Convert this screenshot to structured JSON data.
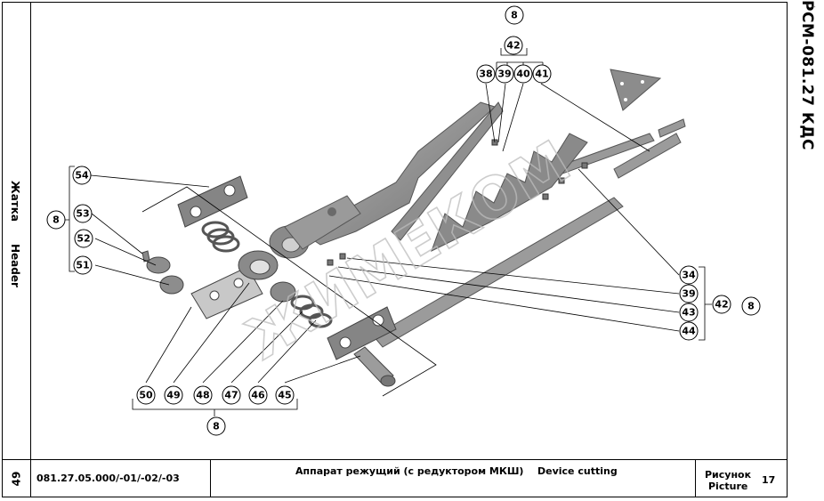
{
  "sidebar": {
    "section_ru": "Жатка",
    "section_en": "Header"
  },
  "side_code": "РСМ-081.27 КДС",
  "corner_mark": "° ‒",
  "title_block": {
    "page_number": "49",
    "doc_number": "081.27.05.000/-01/-02/-03",
    "title_ru": "Аппарат режущий (с редуктором МКШ)",
    "title_en": "Device cutting",
    "figure_label_ru": "Рисунок",
    "figure_label_en": "Picture",
    "figure_number": "17"
  },
  "watermark": "ЖИМЕКОМ",
  "callouts": {
    "top_group": [
      "8",
      "42",
      "38",
      "39",
      "40",
      "41"
    ],
    "left_group": [
      "8",
      "54",
      "53",
      "52",
      "51"
    ],
    "right_group": [
      "34",
      "39",
      "43",
      "44",
      "42",
      "8"
    ],
    "bottom_group": [
      "50",
      "49",
      "48",
      "47",
      "46",
      "45",
      "8"
    ]
  },
  "colors": {
    "part_fill": "#8f8f8f",
    "part_dark": "#6a6a6a",
    "part_light": "#c4c4c4",
    "line": "#000000"
  }
}
